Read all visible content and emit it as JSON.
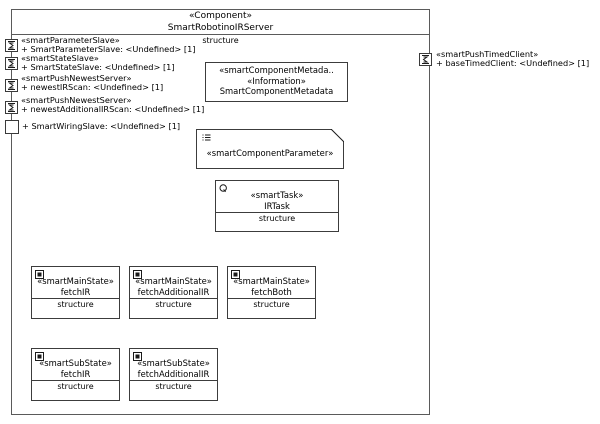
{
  "component": {
    "stereotype": "«Component»",
    "name": "SmartRobotinoIRServer",
    "compartment_label": "structure"
  },
  "left_ports": [
    {
      "icon": "provided-interface-port-icon",
      "stereotype": "«smartParameterSlave»",
      "signature": "+ SmartParameterSlave: <Undefined> [1]"
    },
    {
      "icon": "provided-interface-port-icon",
      "stereotype": "«smartStateSlave»",
      "signature": "+ SmartStateSlave: <Undefined> [1]"
    },
    {
      "icon": "provided-interface-port-icon",
      "stereotype": "«smartPushNewestServer»",
      "signature": "+ newestIRScan: <Undefined> [1]"
    },
    {
      "icon": "provided-interface-port-icon",
      "stereotype": "«smartPushNewestServer»",
      "signature": "+ newestAdditionalIRScan: <Undefined> [1]"
    },
    {
      "icon": "plain-port-icon",
      "stereotype": "",
      "signature": "+ SmartWiringSlave: <Undefined> [1]"
    }
  ],
  "right_ports": [
    {
      "icon": "required-interface-port-icon",
      "stereotype": "«smartPushTimedClient»",
      "signature": "+ baseTimedClient: <Undefined> [1]"
    }
  ],
  "elements": {
    "metadata": {
      "icon": "none",
      "stereotype": "«smartComponentMetada..",
      "stereotype2": "«Information»",
      "name": "SmartComponentMetadata"
    },
    "parameter_note": {
      "icon": "list-icon",
      "label": "«smartComponentParameter»"
    },
    "task": {
      "icon": "task-icon",
      "stereotype": "«smartTask»",
      "name": "IRTask",
      "compartment": "structure"
    }
  },
  "main_states": [
    {
      "icon": "main-state-icon",
      "stereotype": "«smartMainState»",
      "name": "fetchIR",
      "compartment": "structure"
    },
    {
      "icon": "main-state-icon",
      "stereotype": "«smartMainState»",
      "name": "fetchAdditionalIR",
      "compartment": "structure"
    },
    {
      "icon": "main-state-icon",
      "stereotype": "«smartMainState»",
      "name": "fetchBoth",
      "compartment": "structure"
    }
  ],
  "sub_states": [
    {
      "icon": "sub-state-icon",
      "stereotype": "«smartSubState»",
      "name": "fetchIR",
      "compartment": "structure"
    },
    {
      "icon": "sub-state-icon",
      "stereotype": "«smartSubState»",
      "name": "fetchAdditionalIR",
      "compartment": "structure"
    }
  ],
  "colors": {
    "frame_border": "#5a5a5a",
    "box_border": "#3c3c3c",
    "background": "#ffffff",
    "text": "#000000"
  }
}
